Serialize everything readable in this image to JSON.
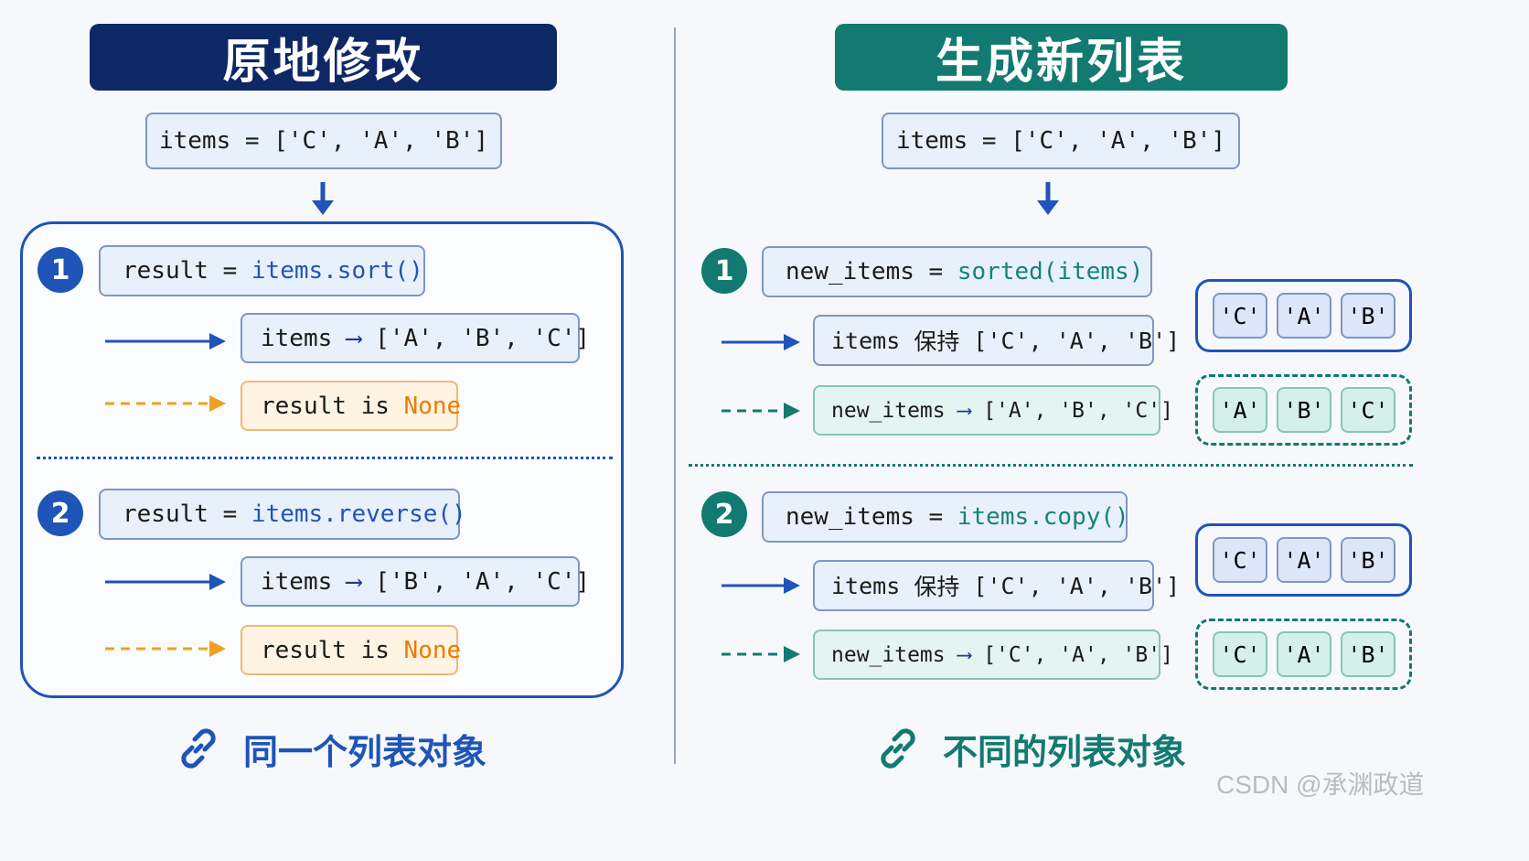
{
  "left": {
    "title": "原地修改",
    "start": {
      "var": "items",
      "eq": "=",
      "val": "['C', 'A', 'B']"
    },
    "step1": {
      "num": "1",
      "code_var": "result",
      "code_eq": "=",
      "code_call": "items.sort()",
      "state_var": "items",
      "state_val": "['A', 'B', 'C']",
      "res_var": "result",
      "res_is": "is",
      "res_val": "None"
    },
    "step2": {
      "num": "2",
      "code_var": "result",
      "code_eq": "=",
      "code_call": "items.reverse()",
      "state_var": "items",
      "state_val": "['B', 'A', 'C']",
      "res_var": "result",
      "res_is": "is",
      "res_val": "None"
    },
    "caption": "同一个列表对象"
  },
  "right": {
    "title": "生成新列表",
    "start": {
      "var": "items",
      "eq": "=",
      "val": "['C', 'A', 'B']"
    },
    "step1": {
      "num": "1",
      "code_var": "new_items",
      "code_eq": "=",
      "code_call": "sorted(items)",
      "keep_var": "items",
      "keep_word": "保持",
      "keep_val": "['C', 'A', 'B']",
      "new_var": "new_items",
      "new_val": "['A', 'B', 'C']",
      "orig_cells": [
        "'C'",
        "'A'",
        "'B'"
      ],
      "new_cells": [
        "'A'",
        "'B'",
        "'C'"
      ]
    },
    "step2": {
      "num": "2",
      "code_var": "new_items",
      "code_eq": "=",
      "code_call": "items.copy()",
      "keep_var": "items",
      "keep_word": "保持",
      "keep_val": "['C', 'A', 'B']",
      "new_var": "new_items",
      "new_val": "['C', 'A', 'B']",
      "orig_cells": [
        "'C'",
        "'A'",
        "'B'"
      ],
      "new_cells": [
        "'C'",
        "'A'",
        "'B'"
      ]
    },
    "caption": "不同的列表对象"
  },
  "watermark": "CSDN @承渊政道",
  "colors": {
    "navy": "#0e2866",
    "blue": "#1f54b8",
    "teal": "#127a70",
    "orange": "#f0a020"
  },
  "icons": {
    "caption_icon": "link-icon"
  }
}
